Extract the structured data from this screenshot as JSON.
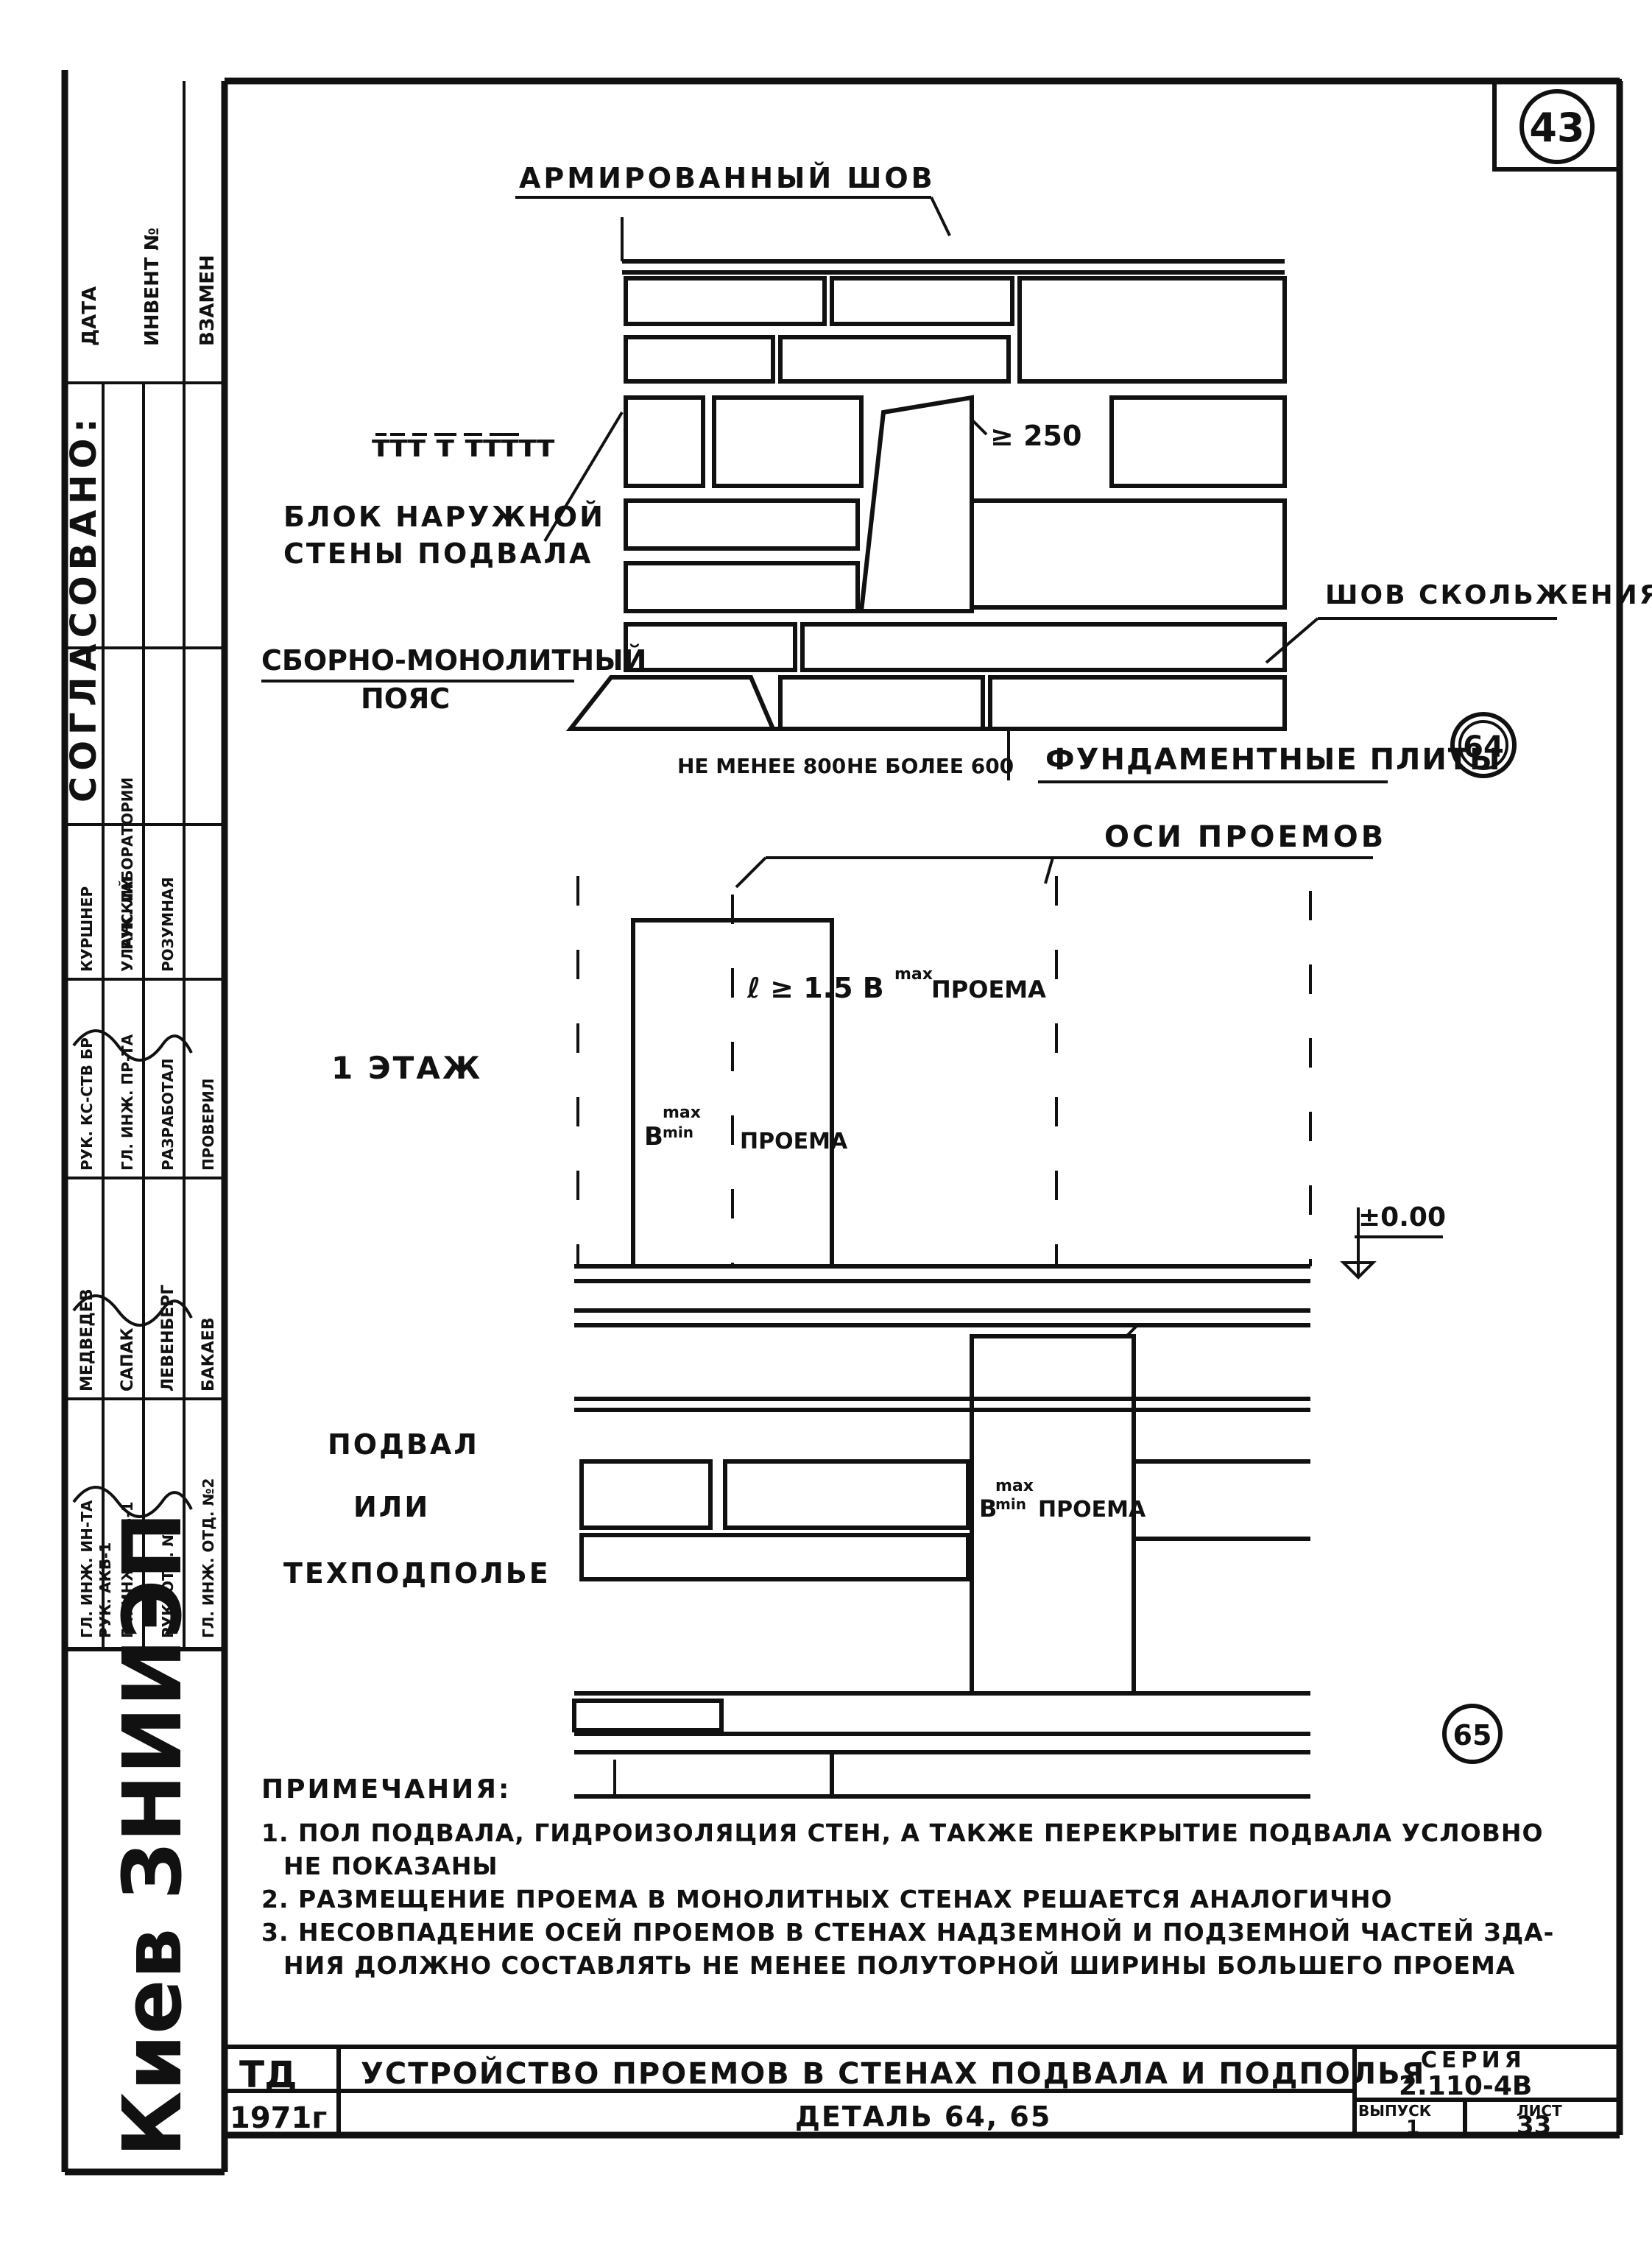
{
  "sheet_number": "43",
  "detail_64": {
    "label_reinforced_seam": "АРМИРОВАННЫЙ ШОВ",
    "dim_250": "≥ 250",
    "label_block_line1": "БЛОК НАРУЖНОЙ",
    "label_block_line2": "СТЕНЫ ПОДВАЛА",
    "label_slide_seam": "ШОВ СКОЛЬЖЕНИЯ",
    "label_belt_line1": "СБОРНО-МОНОЛИТНЫЙ",
    "label_belt_line2": "ПОЯС",
    "dim_min": "НЕ МЕНЕЕ 800",
    "dim_max": "НЕ БОЛЕЕ 600",
    "label_foundation": "ФУНДАМЕНТНЫЕ ПЛИТЫ",
    "marker": "64"
  },
  "detail_65": {
    "label_axes": "ОСИ ПРОЕМОВ",
    "label_floor": "1 ЭТАЖ",
    "formula_l": "ℓ ≥ 1.5 B",
    "formula_sup": "max",
    "formula_tail": "ПРОЕМА",
    "b_upper": "B",
    "b_upper_sup": "max",
    "b_upper_sub": "min",
    "b_upper_tail": "ПРОЕМА",
    "level_mark": "±0.00",
    "label_base_line1": "ПОДВАЛ",
    "label_base_line2": "ИЛИ",
    "label_base_line3": "ТЕХПОДПОЛЬЕ",
    "b_lower": "B",
    "b_lower_sup": "max",
    "b_lower_sub": "min",
    "b_lower_tail": "ПРОЕМА",
    "marker": "65"
  },
  "notes": {
    "heading": "ПРИМЕЧАНИЯ:",
    "n1a": "1. ПОЛ ПОДВАЛА, ГИДРОИЗОЛЯЦИЯ СТЕН, А ТАКЖЕ ПЕРЕКРЫТИЕ ПОДВАЛА УСЛОВНО",
    "n1b": "НЕ ПОКАЗАНЫ",
    "n2": "2. РАЗМЕЩЕНИЕ ПРОЕМА В МОНОЛИТНЫХ СТЕНАХ РЕШАЕТСЯ АНАЛОГИЧНО",
    "n3a": "3. НЕСОВПАДЕНИЕ ОСЕЙ ПРОЕМОВ В СТЕНАХ НАДЗЕМНОЙ И ПОДЗЕМНОЙ ЧАСТЕЙ ЗДА-",
    "n3b": "НИЯ ДОЛЖНО СОСТАВЛЯТЬ НЕ МЕНЕЕ ПОЛУТОРНОЙ ШИРИНЫ БОЛЬШЕГО ПРОЕМА"
  },
  "title_block": {
    "code": "ТД",
    "year": "1971г",
    "title": "УСТРОЙСТВО ПРОЕМОВ В СТЕНАХ ПОДВАЛА И ПОДПОЛЬЯ",
    "subtitle": "ДЕТАЛЬ 64, 65",
    "series_label": "СЕРИЯ",
    "series_value": "2.110-4В",
    "issue_label": "ВЫПУСК",
    "issue_value": "1",
    "sheet_label": "ЛИСТ",
    "sheet_value": "33"
  },
  "side_stamp": {
    "org": "Киев ЗНИИЭП",
    "agreed": "СОГЛАСОВАНО:",
    "date": "ДАТА",
    "inventory": "ИНВЕНТ №",
    "replaced": "ВЗАМЕН",
    "lab_head": "РУК. ЛАБОРАТОРИИ",
    "positions": [
      "ГЛ. ИНЖ. ИН-ТА",
      "РУК. АКБ-1",
      "ГЛ. ИНЖ. АКБ-1",
      "РУК. ОТД. №2",
      "ГЛ. ИНЖ. ОТД. №2"
    ],
    "names": [
      "МЕДВЕДЕВ",
      "САПАК",
      "ЛЕВЕНБЕРГ",
      "БАКАЕВ"
    ],
    "roles": [
      "РУК. КС-СТВ БР",
      "ГЛ. ИНЖ. ПР-ТА",
      "РАЗРАБОТАЛ",
      "ПРОВЕРИЛ"
    ],
    "names2": [
      "КУРШНЕР",
      "УЛАНСКИЙ",
      "РОЗУМНАЯ"
    ]
  }
}
